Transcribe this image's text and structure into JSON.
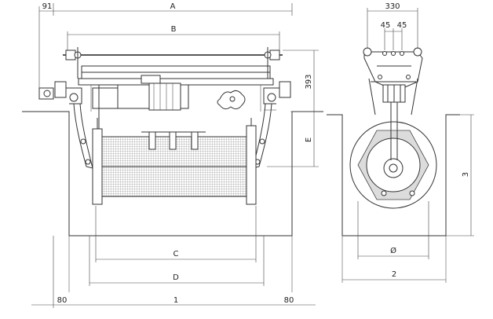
{
  "dimensions": {
    "overall_width": "A",
    "frame_width": "B",
    "inner_width": "C",
    "channel_width": "D",
    "installed_width": "1",
    "side_clearance_left": "80",
    "side_clearance_right": "80",
    "top_offset": "91",
    "lift_height": "393",
    "immersion_depth": "E",
    "side_width": "330",
    "hole_spacing_left": "45",
    "hole_spacing_right": "45",
    "drum_diameter": "Ø",
    "side_channel_width": "2",
    "side_height": "3"
  }
}
